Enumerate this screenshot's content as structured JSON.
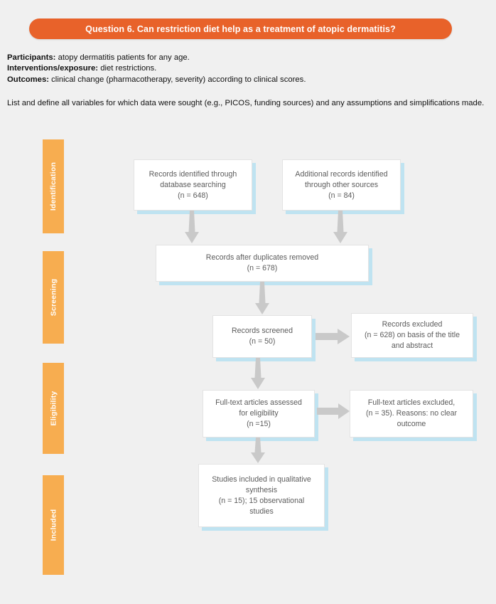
{
  "page": {
    "background_color": "#f0f0f0",
    "accent_orange": "#e8622a",
    "stage_orange": "#f7ad50",
    "box_shadow_blue": "#bfe3f1",
    "arrow_gray": "#c9c9c9"
  },
  "banner": {
    "title": "Question 6. Can restriction diet help as a treatment of atopic dermatitis?"
  },
  "intro": {
    "lines": [
      {
        "label": "Participants:",
        "text": " atopy dermatitis patients for any age."
      },
      {
        "label": "Interventions/exposure:",
        "text": " diet restrictions."
      },
      {
        "label": "Outcomes:",
        "text": " clinical change (pharmacotherapy, severity) according to clinical scores."
      }
    ],
    "note": "List and define all variables for which data were sought (e.g., PICOS, funding sources) and any assumptions and simplifications made."
  },
  "stages": [
    {
      "id": "identification",
      "label": "Identification"
    },
    {
      "id": "screening",
      "label": "Screening"
    },
    {
      "id": "eligibility",
      "label": "Eligibility"
    },
    {
      "id": "included",
      "label": "Included"
    }
  ],
  "flow": {
    "db_search": {
      "line1": "Records identified through",
      "line2": "database searching",
      "line3": "(n = 648)"
    },
    "other_sources": {
      "line1": "Additional records identified",
      "line2": "through other sources",
      "line3": "(n = 84)"
    },
    "duplicates": {
      "line1": "Records after duplicates removed",
      "line2": "(n = 678)"
    },
    "screened": {
      "line1": "Records screened",
      "line2": "(n = 50)"
    },
    "excluded_title": {
      "line1": "Records excluded",
      "line2": "(n = 628) on basis of the title",
      "line3": "and abstract"
    },
    "fulltext": {
      "line1": "Full-text articles assessed",
      "line2": "for eligibility",
      "line3": "(n =15)"
    },
    "fulltext_excl": {
      "line1": "Full-text articles excluded,",
      "line2": "(n = 35). Reasons: no clear",
      "line3": "outcome"
    },
    "qualitative": {
      "line1": "Studies included in qualitative",
      "line2": "synthesis",
      "line3": "(n = 15); 15 observational",
      "line4": "studies"
    }
  },
  "chart_data": {
    "type": "diagram",
    "title": "PRISMA flow diagram",
    "nodes": [
      {
        "id": "db_search",
        "stage": "Identification",
        "label": "Records identified through database searching",
        "n": 648
      },
      {
        "id": "other_sources",
        "stage": "Identification",
        "label": "Additional records identified through other sources",
        "n": 84
      },
      {
        "id": "duplicates",
        "stage": "Identification",
        "label": "Records after duplicates removed",
        "n": 678
      },
      {
        "id": "screened",
        "stage": "Screening",
        "label": "Records screened",
        "n": 50
      },
      {
        "id": "excluded_title",
        "stage": "Screening",
        "label": "Records excluded on basis of the title and abstract",
        "n": 628
      },
      {
        "id": "fulltext",
        "stage": "Eligibility",
        "label": "Full-text articles assessed for eligibility",
        "n": 15
      },
      {
        "id": "fulltext_excl",
        "stage": "Eligibility",
        "label": "Full-text articles excluded. Reasons: no clear outcome",
        "n": 35
      },
      {
        "id": "qualitative",
        "stage": "Included",
        "label": "Studies included in qualitative synthesis; 15 observational studies",
        "n": 15
      }
    ],
    "edges": [
      {
        "from": "db_search",
        "to": "duplicates",
        "direction": "down"
      },
      {
        "from": "other_sources",
        "to": "duplicates",
        "direction": "down"
      },
      {
        "from": "duplicates",
        "to": "screened",
        "direction": "down"
      },
      {
        "from": "screened",
        "to": "excluded_title",
        "direction": "right"
      },
      {
        "from": "screened",
        "to": "fulltext",
        "direction": "down"
      },
      {
        "from": "fulltext",
        "to": "fulltext_excl",
        "direction": "right"
      },
      {
        "from": "fulltext",
        "to": "qualitative",
        "direction": "down"
      }
    ]
  }
}
